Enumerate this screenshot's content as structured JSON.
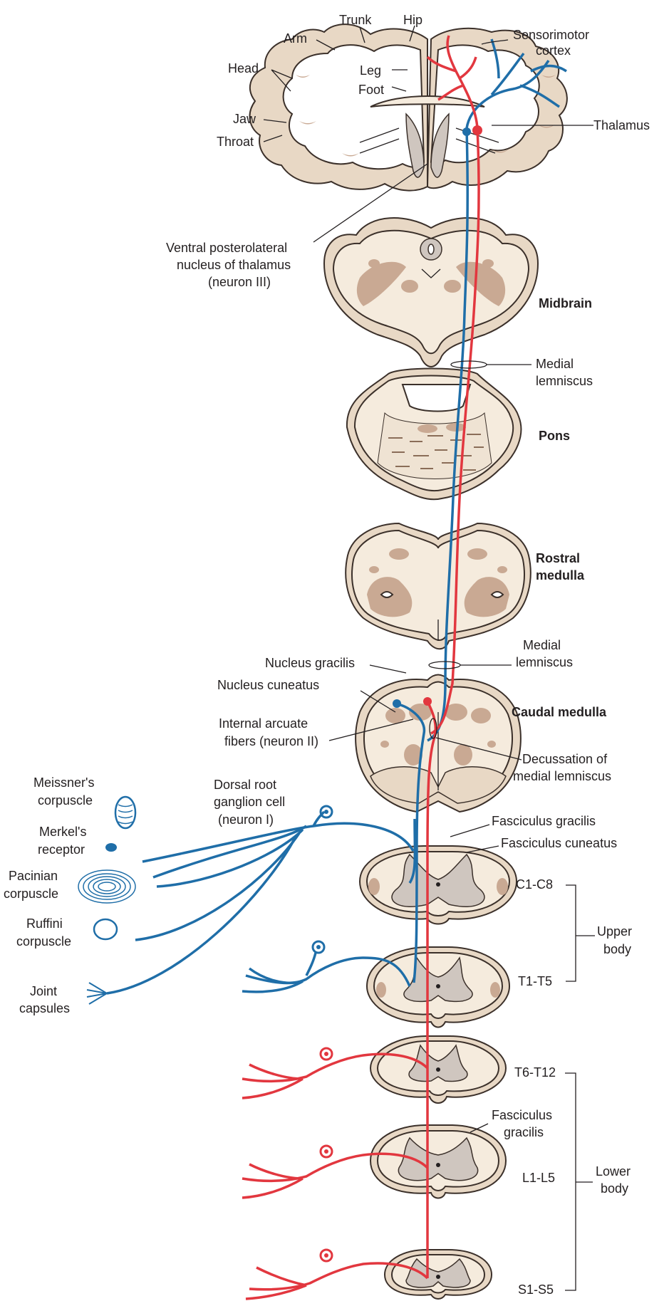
{
  "colors": {
    "red_pathway": "#e2373f",
    "blue_pathway": "#1f6ea8",
    "tissue": "#f5ebdd",
    "grey_matter": "#cfc6bf",
    "nuclei": "#c9a993"
  },
  "brain": {
    "trunk": "Trunk",
    "hip": "Hip",
    "arm": "Arm",
    "head": "Head",
    "leg": "Leg",
    "foot": "Foot",
    "jaw": "Jaw",
    "throat": "Throat",
    "sensorimotor_1": "Sensorimotor",
    "sensorimotor_2": "cortex",
    "thalamus": "Thalamus",
    "vpl_1": "Ventral posterolateral",
    "vpl_2": "nucleus of thalamus",
    "vpl_3": "(neuron III)"
  },
  "brainstem": {
    "midbrain": "Midbrain",
    "medial_lemniscus_1": "Medial",
    "medial_lemniscus_2": "lemniscus",
    "pons": "Pons",
    "rostral_medulla_1": "Rostral",
    "rostral_medulla_2": "medulla",
    "medial_lemniscus_b1": "Medial",
    "medial_lemniscus_b2": "lemniscus",
    "nucleus_gracilis": "Nucleus gracilis",
    "nucleus_cuneatus": "Nucleus cuneatus",
    "caudal_medulla": "Caudal medulla",
    "arcuate_1": "Internal arcuate",
    "arcuate_2": "fibers (neuron II)",
    "decussation_1": "Decussation of",
    "decussation_2": "medial lemniscus"
  },
  "periphery": {
    "meissner_1": "Meissner's",
    "meissner_2": "corpuscle",
    "merkel_1": "Merkel's",
    "merkel_2": "receptor",
    "pacinian_1": "Pacinian",
    "pacinian_2": "corpuscle",
    "ruffini_1": "Ruffini",
    "ruffini_2": "corpuscle",
    "joint_1": "Joint",
    "joint_2": "capsules",
    "drg_1": "Dorsal root",
    "drg_2": "ganglion cell",
    "drg_3": "(neuron I)"
  },
  "spinal": {
    "fasc_gracilis": "Fasciculus gracilis",
    "fasc_cuneatus": "Fasciculus cuneatus",
    "c1c8": "C1-C8",
    "upper_1": "Upper",
    "upper_2": "body",
    "t1t5": "T1-T5",
    "t6t12": "T6-T12",
    "fasc_gracilis_b1": "Fasciculus",
    "fasc_gracilis_b2": "gracilis",
    "l1l5": "L1-L5",
    "lower_1": "Lower",
    "lower_2": "body",
    "s1s5": "S1-S5"
  }
}
